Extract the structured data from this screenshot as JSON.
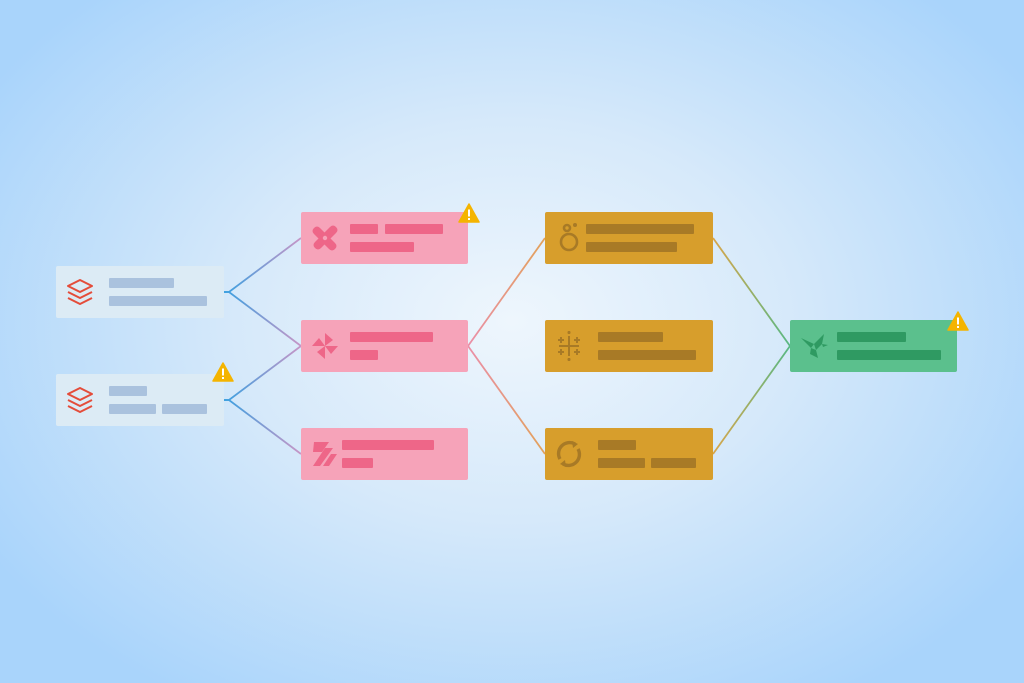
{
  "diagram": {
    "kind": "data-lineage",
    "background": {
      "center": "#eef6fd",
      "edge": "#a9d4fb"
    },
    "colors": {
      "source_fill": "#dcebf5",
      "source_bar": "#aac2de",
      "source_icon": "#e44c3a",
      "transform_fill": "#f6a3b9",
      "transform_bar": "#ee6688",
      "dashboard_fill": "#d79e2c",
      "dashboard_bar": "#a87a26",
      "sink_fill": "#5bc08d",
      "sink_bar": "#2f9a62",
      "warning": "#f4b400"
    },
    "nodes": [
      {
        "id": "source-1",
        "stage": "source",
        "icon": "databricks-stack-icon",
        "warning": false
      },
      {
        "id": "source-2",
        "stage": "source",
        "icon": "databricks-stack-icon",
        "warning": true
      },
      {
        "id": "transform-1",
        "stage": "transform",
        "icon": "dbt-x-icon",
        "warning": true
      },
      {
        "id": "transform-2",
        "stage": "transform",
        "icon": "pinwheel-icon",
        "warning": false
      },
      {
        "id": "transform-3",
        "stage": "transform",
        "icon": "stripes-icon",
        "warning": false
      },
      {
        "id": "dashboard-1",
        "stage": "dashboard",
        "icon": "looker-icon",
        "warning": false
      },
      {
        "id": "dashboard-2",
        "stage": "dashboard",
        "icon": "tableau-icon",
        "warning": false
      },
      {
        "id": "dashboard-3",
        "stage": "dashboard",
        "icon": "sigma-sync-icon",
        "warning": false
      },
      {
        "id": "sink-1",
        "stage": "sink",
        "icon": "hummingbird-icon",
        "warning": true
      }
    ],
    "edges": [
      {
        "from": "source-1",
        "to": "transform-1"
      },
      {
        "from": "source-1",
        "to": "transform-2"
      },
      {
        "from": "source-2",
        "to": "transform-2"
      },
      {
        "from": "source-2",
        "to": "transform-3"
      },
      {
        "from": "transform-1",
        "to": "dashboard-1"
      },
      {
        "from": "transform-2",
        "to": "dashboard-1"
      },
      {
        "from": "transform-2",
        "to": "dashboard-2"
      },
      {
        "from": "transform-2",
        "to": "dashboard-3"
      },
      {
        "from": "transform-3",
        "to": "dashboard-3"
      },
      {
        "from": "dashboard-1",
        "to": "sink-1"
      },
      {
        "from": "dashboard-2",
        "to": "sink-1"
      },
      {
        "from": "dashboard-3",
        "to": "sink-1"
      }
    ]
  }
}
